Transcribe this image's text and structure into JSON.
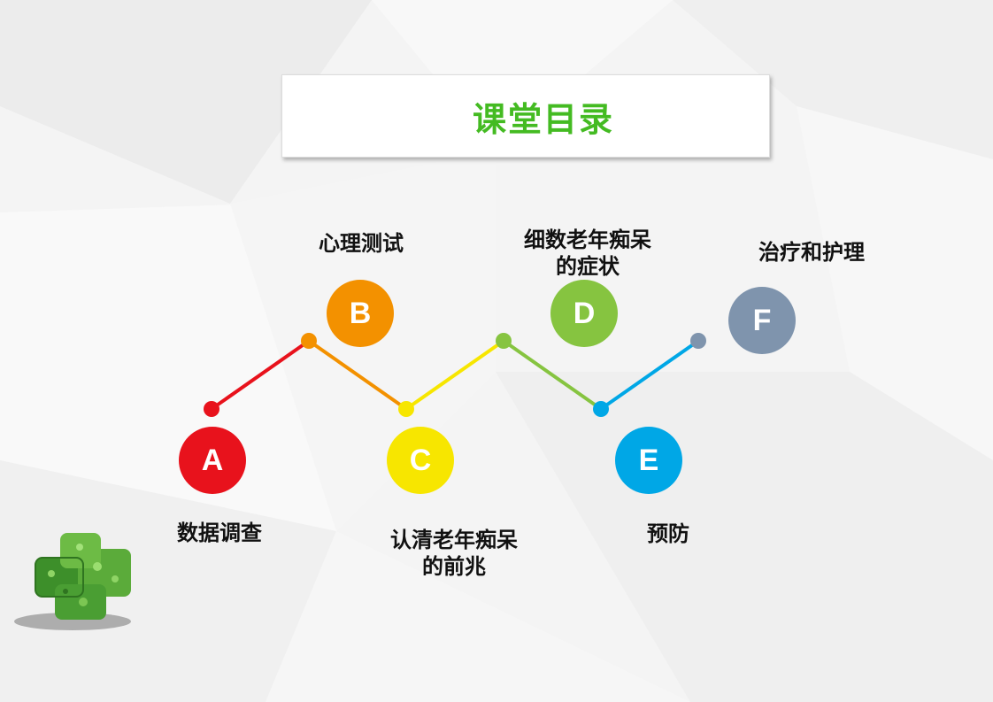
{
  "title": "课堂目录",
  "nodes": [
    {
      "letter": "A",
      "label": "数据调查",
      "color": "#e8121c"
    },
    {
      "letter": "B",
      "label": "心理测试",
      "color": "#f39100"
    },
    {
      "letter": "C",
      "label": "认清老年痴呆的前兆",
      "color": "#f7e600"
    },
    {
      "letter": "D",
      "label": "细数老年痴呆的症状",
      "color": "#86c440"
    },
    {
      "letter": "E",
      "label": "预防",
      "color": "#00a7e6"
    },
    {
      "letter": "F",
      "label": "治疗和护理",
      "color": "#7f94ad"
    }
  ],
  "connector_colors": [
    "#e8121c",
    "#f39100",
    "#f7e600",
    "#86c440",
    "#00a7e6"
  ],
  "icons": {
    "decoration": "green-leafy-cross-icon"
  }
}
